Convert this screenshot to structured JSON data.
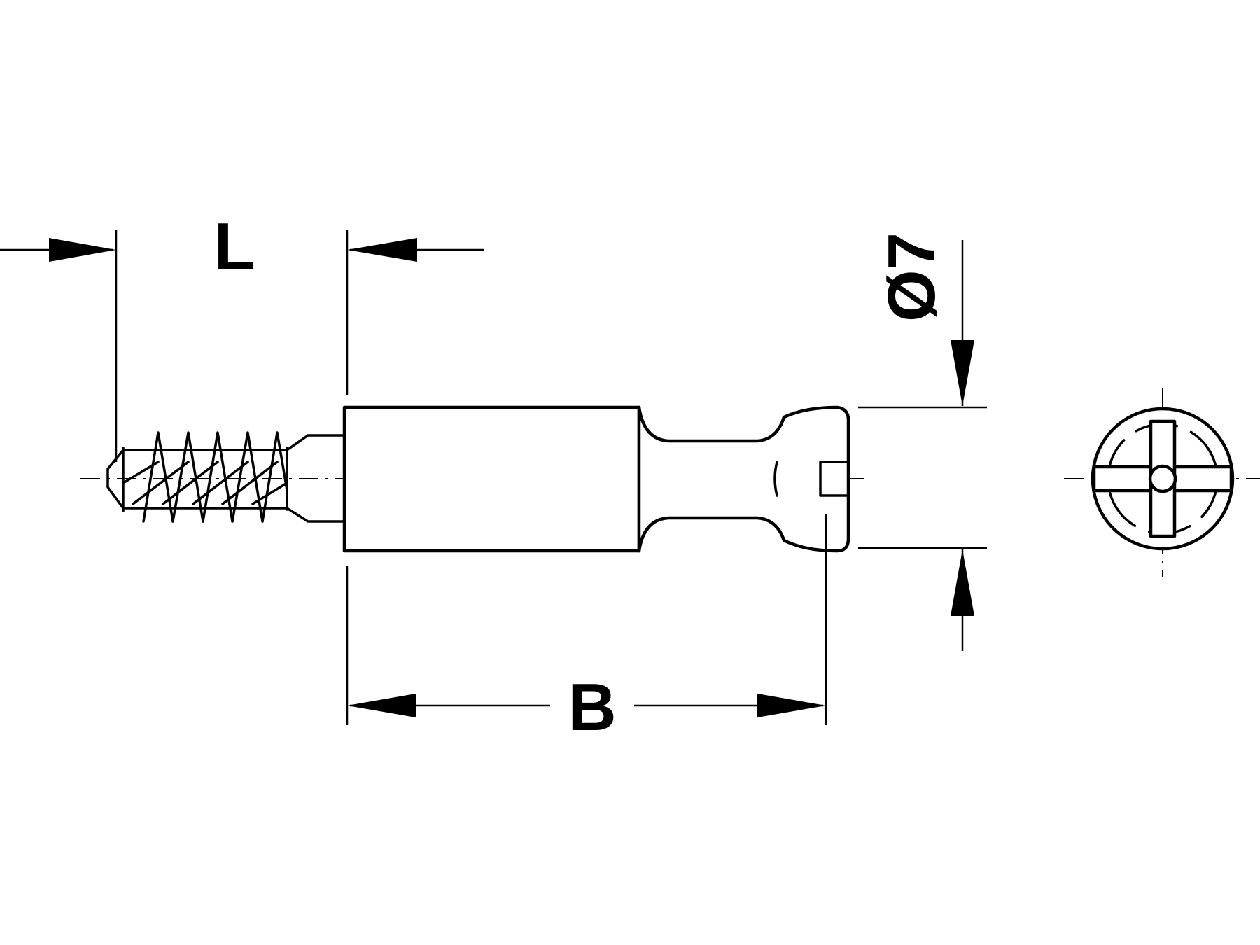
{
  "labels": {
    "length": "L",
    "body": "B",
    "diameter": "Ø7"
  }
}
